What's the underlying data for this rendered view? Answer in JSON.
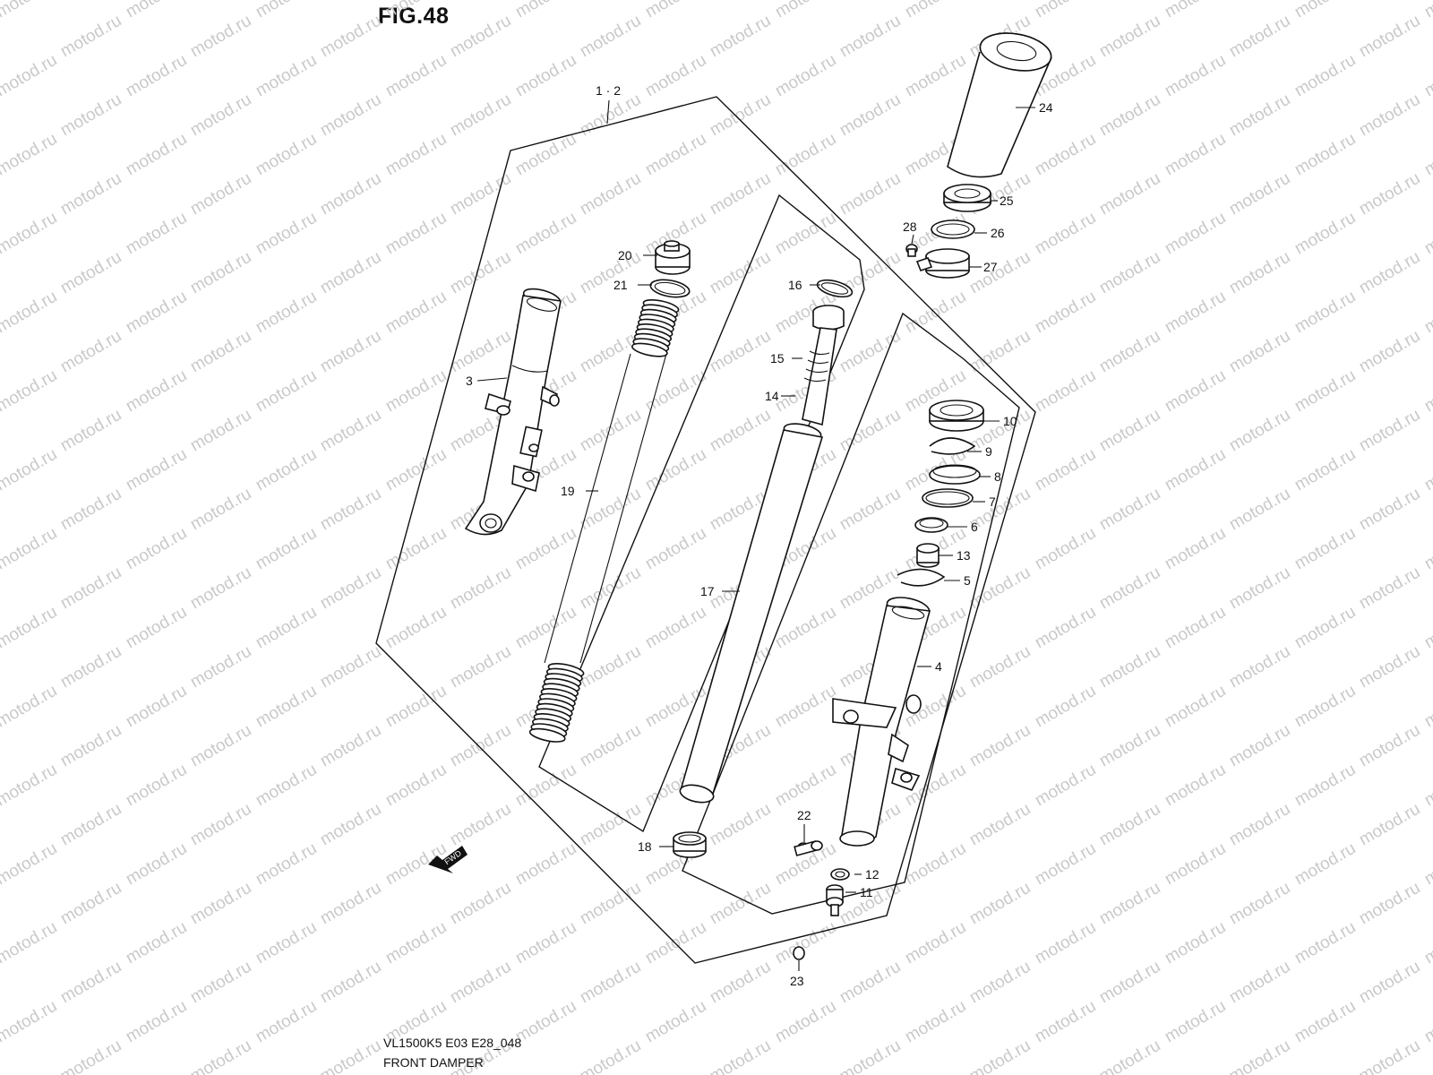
{
  "figure": {
    "title": "FIG.48",
    "code": "VL1500K5 E03 E28_048",
    "name": "FRONT DAMPER"
  },
  "watermark": "motod.ru",
  "fwd_label": "FWD",
  "callouts": {
    "c1_2": "1 · 2",
    "c3": "3",
    "c4": "4",
    "c5": "5",
    "c6": "6",
    "c7": "7",
    "c8": "8",
    "c9": "9",
    "c10": "10",
    "c11": "11",
    "c12": "12",
    "c13": "13",
    "c14": "14",
    "c15": "15",
    "c16": "16",
    "c17": "17",
    "c18": "18",
    "c19": "19",
    "c20": "20",
    "c21": "21",
    "c22": "22",
    "c23": "23",
    "c24": "24",
    "c25": "25",
    "c26": "26",
    "c27": "27",
    "c28": "28"
  }
}
